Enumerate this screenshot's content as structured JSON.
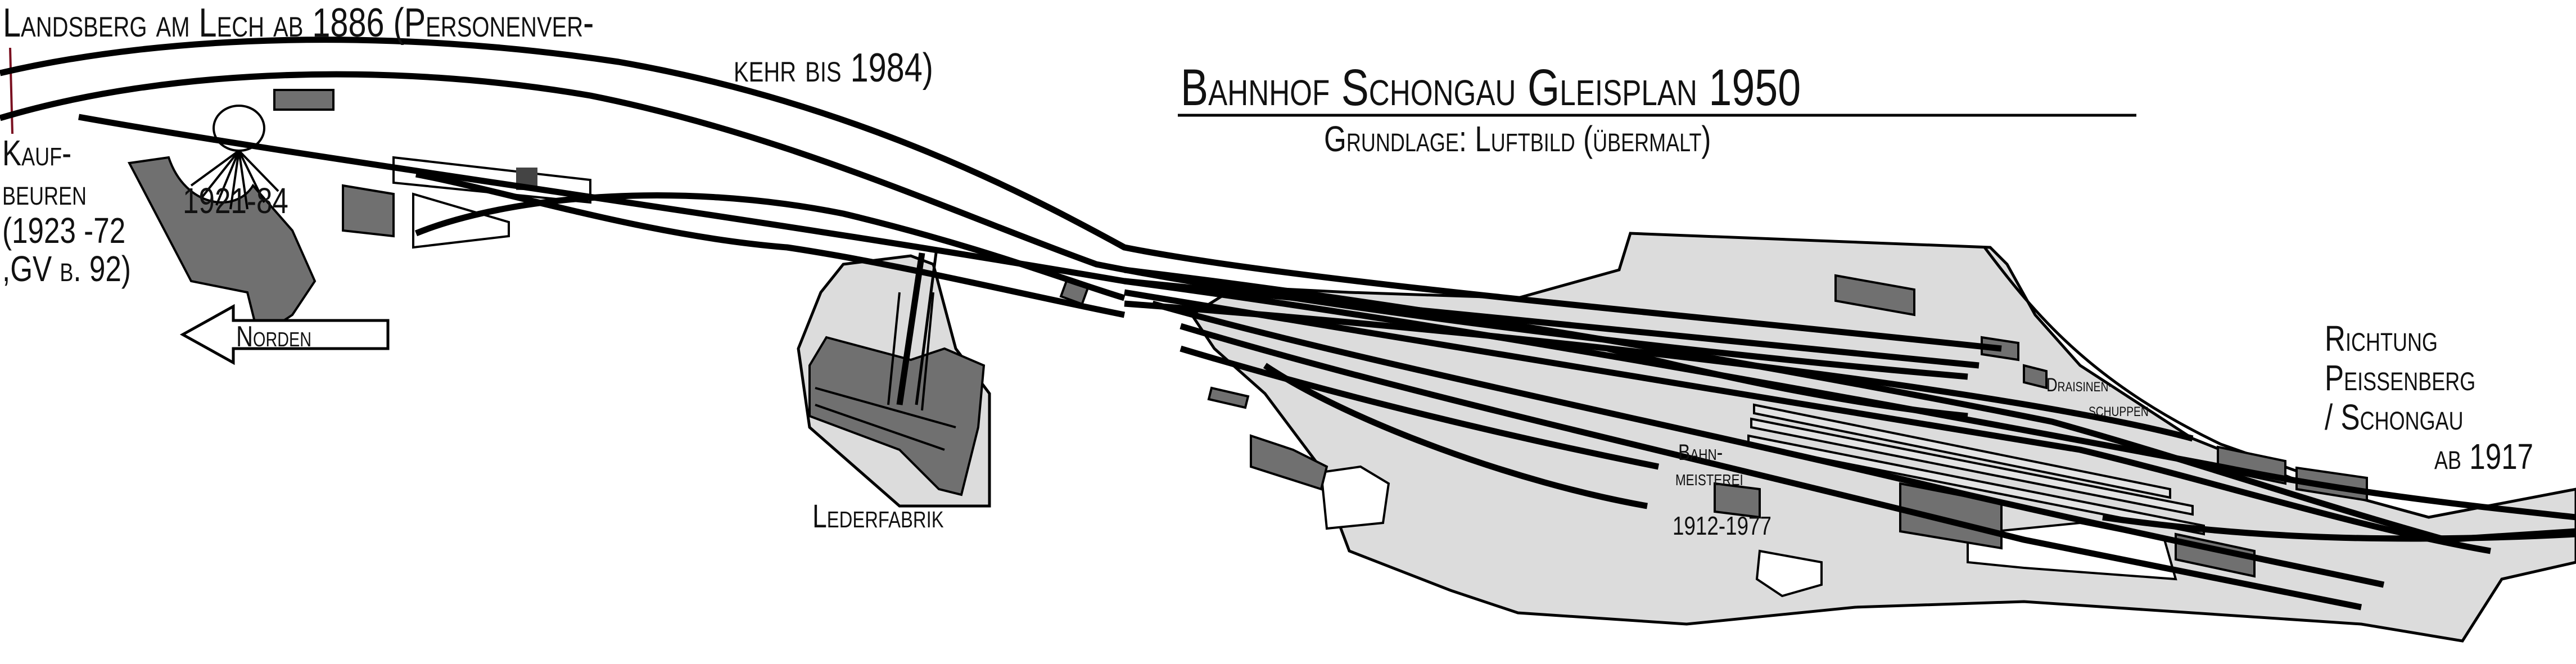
{
  "title": "Bahnhof Schongau Gleisplan 1950",
  "subtitle": "Grundlage: Luftbild (übermalt)",
  "labels": {
    "landsberg_line1": "Landsberg am Lech ab 1886 (Personenver-",
    "landsberg_line2": "kehr bis 1984)",
    "kaufbeuren_1": "Kauf-",
    "kaufbeuren_2": "beuren",
    "kaufbeuren_3": "(1923 -72",
    "kaufbeuren_4": ",GV b. 92)",
    "roundhouse_years": "1921-84",
    "north_arrow": "Norden",
    "leather_factory": "Lederfabrik",
    "bahnmeisterei_1": "Bahn-",
    "bahnmeisterei_2": "meisterei",
    "bahnmeisterei_years": "1912-1977",
    "draisine_1": "Draisinen-",
    "draisine_2": "schuppen",
    "richtung_1": "Richtung",
    "richtung_2": "Peissenberg",
    "richtung_3": "/ Schongau",
    "richtung_4": "ab 1917"
  },
  "colors": {
    "building": "#707070",
    "ground": "#dcdcdc",
    "track": "#000000",
    "marker": "#7a1020"
  }
}
